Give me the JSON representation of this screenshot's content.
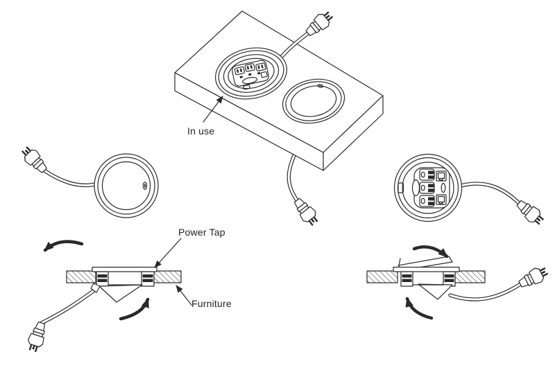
{
  "diagram": {
    "colors": {
      "line": "#2a2a2a",
      "background": "#ffffff"
    },
    "labels": {
      "in_use": "In use",
      "power_tap": "Power Tap",
      "furniture": "Furniture"
    }
  }
}
